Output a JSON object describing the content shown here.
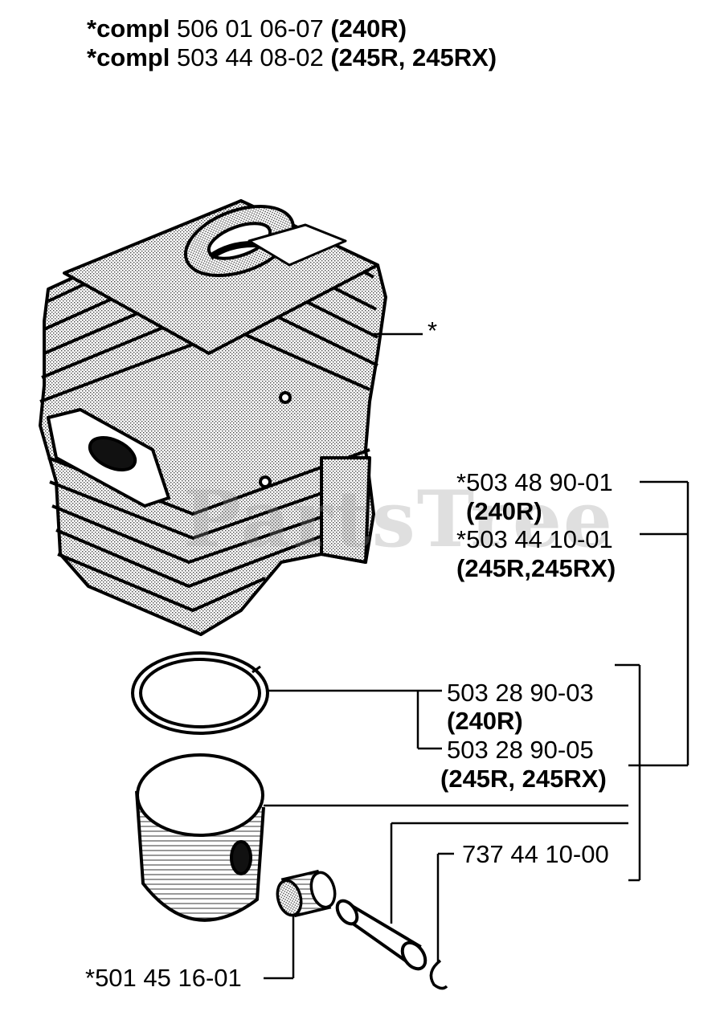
{
  "header": {
    "line1": {
      "prefix": "*compl",
      "number": "506 01 06-07",
      "models": "(240R)"
    },
    "line2": {
      "prefix": "*compl",
      "number": "503 44 08-02",
      "models": "(245R, 245RX)"
    }
  },
  "callouts": {
    "cylinder_star": "*",
    "cyl_kit_240r_number": "*503 48 90-01",
    "cyl_kit_240r_models": "(240R)",
    "cyl_kit_245r_number": "*503 44 10-01",
    "cyl_kit_245r_models": "(245R,245RX)",
    "ring_240r_number": "503 28 90-03",
    "ring_240r_models": "(240R)",
    "ring_245r_number": "503 28 90-05",
    "ring_245r_models": "(245R, 245RX)",
    "circlip_number": "737 44 10-00",
    "bearing_number": "*501 45 16-01"
  },
  "watermark": "PartsTree",
  "colors": {
    "ink": "#000000",
    "shade": "#9a9a9a",
    "paper": "#ffffff"
  }
}
